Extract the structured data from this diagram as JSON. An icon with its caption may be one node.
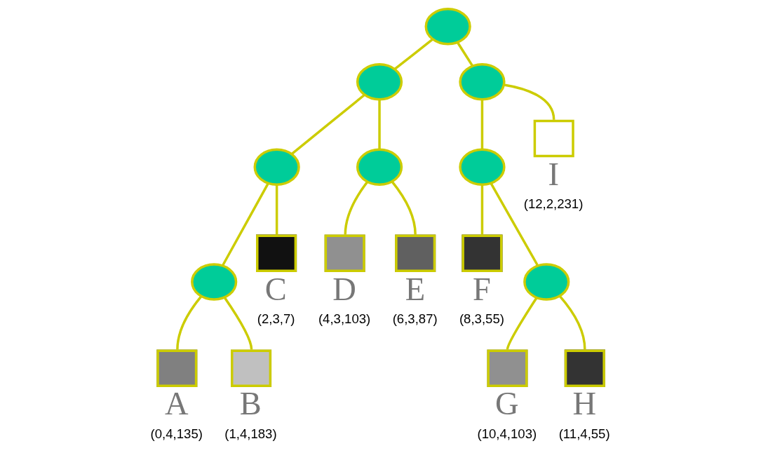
{
  "diagram": {
    "nodes": [
      {
        "text": [],
        "shape": "circle"
      },
      {
        "text": [],
        "shape": "circle"
      },
      {
        "text": [],
        "shape": "circle"
      },
      {
        "text": [],
        "shape": "circle"
      },
      {
        "text": [],
        "shape": "circle"
      },
      {
        "text": [],
        "shape": "circle"
      },
      {
        "text": [],
        "shape": "box",
        "beside": [
          "I",
          "(12,2,231)"
        ]
      },
      {
        "text": [],
        "shape": "circle"
      },
      {
        "text": [],
        "shape": "box",
        "beside": [
          "C",
          "(2,3,7)"
        ]
      },
      {
        "text": [],
        "shape": "box",
        "beside": [
          "D",
          "(4,3,103)"
        ]
      },
      {
        "text": [],
        "shape": "box",
        "beside": [
          "E",
          "(6,3,87)"
        ]
      },
      {
        "text": [],
        "shape": "box",
        "beside": [
          "F",
          "(8,3,55)"
        ]
      },
      {
        "text": [],
        "shape": "circle"
      },
      {
        "text": [],
        "shape": "box",
        "beside": [
          "A",
          "(0,4,135)"
        ]
      },
      {
        "text": [],
        "shape": "box",
        "beside": [
          "B",
          "(1,4,183)"
        ]
      },
      {
        "text": [],
        "shape": "box",
        "beside": [
          "G",
          "(10,4,103)"
        ]
      },
      {
        "text": [],
        "shape": "box",
        "beside": [
          "H",
          "(11,4,55)"
        ]
      }
    ],
    "edges": [
      {
        "from": 0,
        "to": 1,
        "arrow": "none"
      },
      {
        "from": 0,
        "to": 2,
        "arrow": "none"
      },
      {
        "from": 1,
        "to": 3,
        "arrow": "none"
      },
      {
        "from": 1,
        "to": 4,
        "arrow": "none"
      },
      {
        "from": 2,
        "to": 5,
        "arrow": "none"
      },
      {
        "from": 2,
        "to": 6,
        "arrow": "none"
      },
      {
        "from": 3,
        "to": 7,
        "arrow": "none"
      },
      {
        "from": 3,
        "to": 8,
        "arrow": "none"
      },
      {
        "from": 4,
        "to": 9,
        "arrow": "none"
      },
      {
        "from": 4,
        "to": 10,
        "arrow": "none"
      },
      {
        "from": 5,
        "to": 11,
        "arrow": "none"
      },
      {
        "from": 5,
        "to": 12,
        "arrow": "none"
      },
      {
        "from": 7,
        "to": 13,
        "arrow": "none"
      },
      {
        "from": 7,
        "to": 14,
        "arrow": "none"
      },
      {
        "from": 12,
        "to": 15,
        "arrow": "none"
      },
      {
        "from": 12,
        "to": 16,
        "arrow": "none"
      }
    ]
  }
}
